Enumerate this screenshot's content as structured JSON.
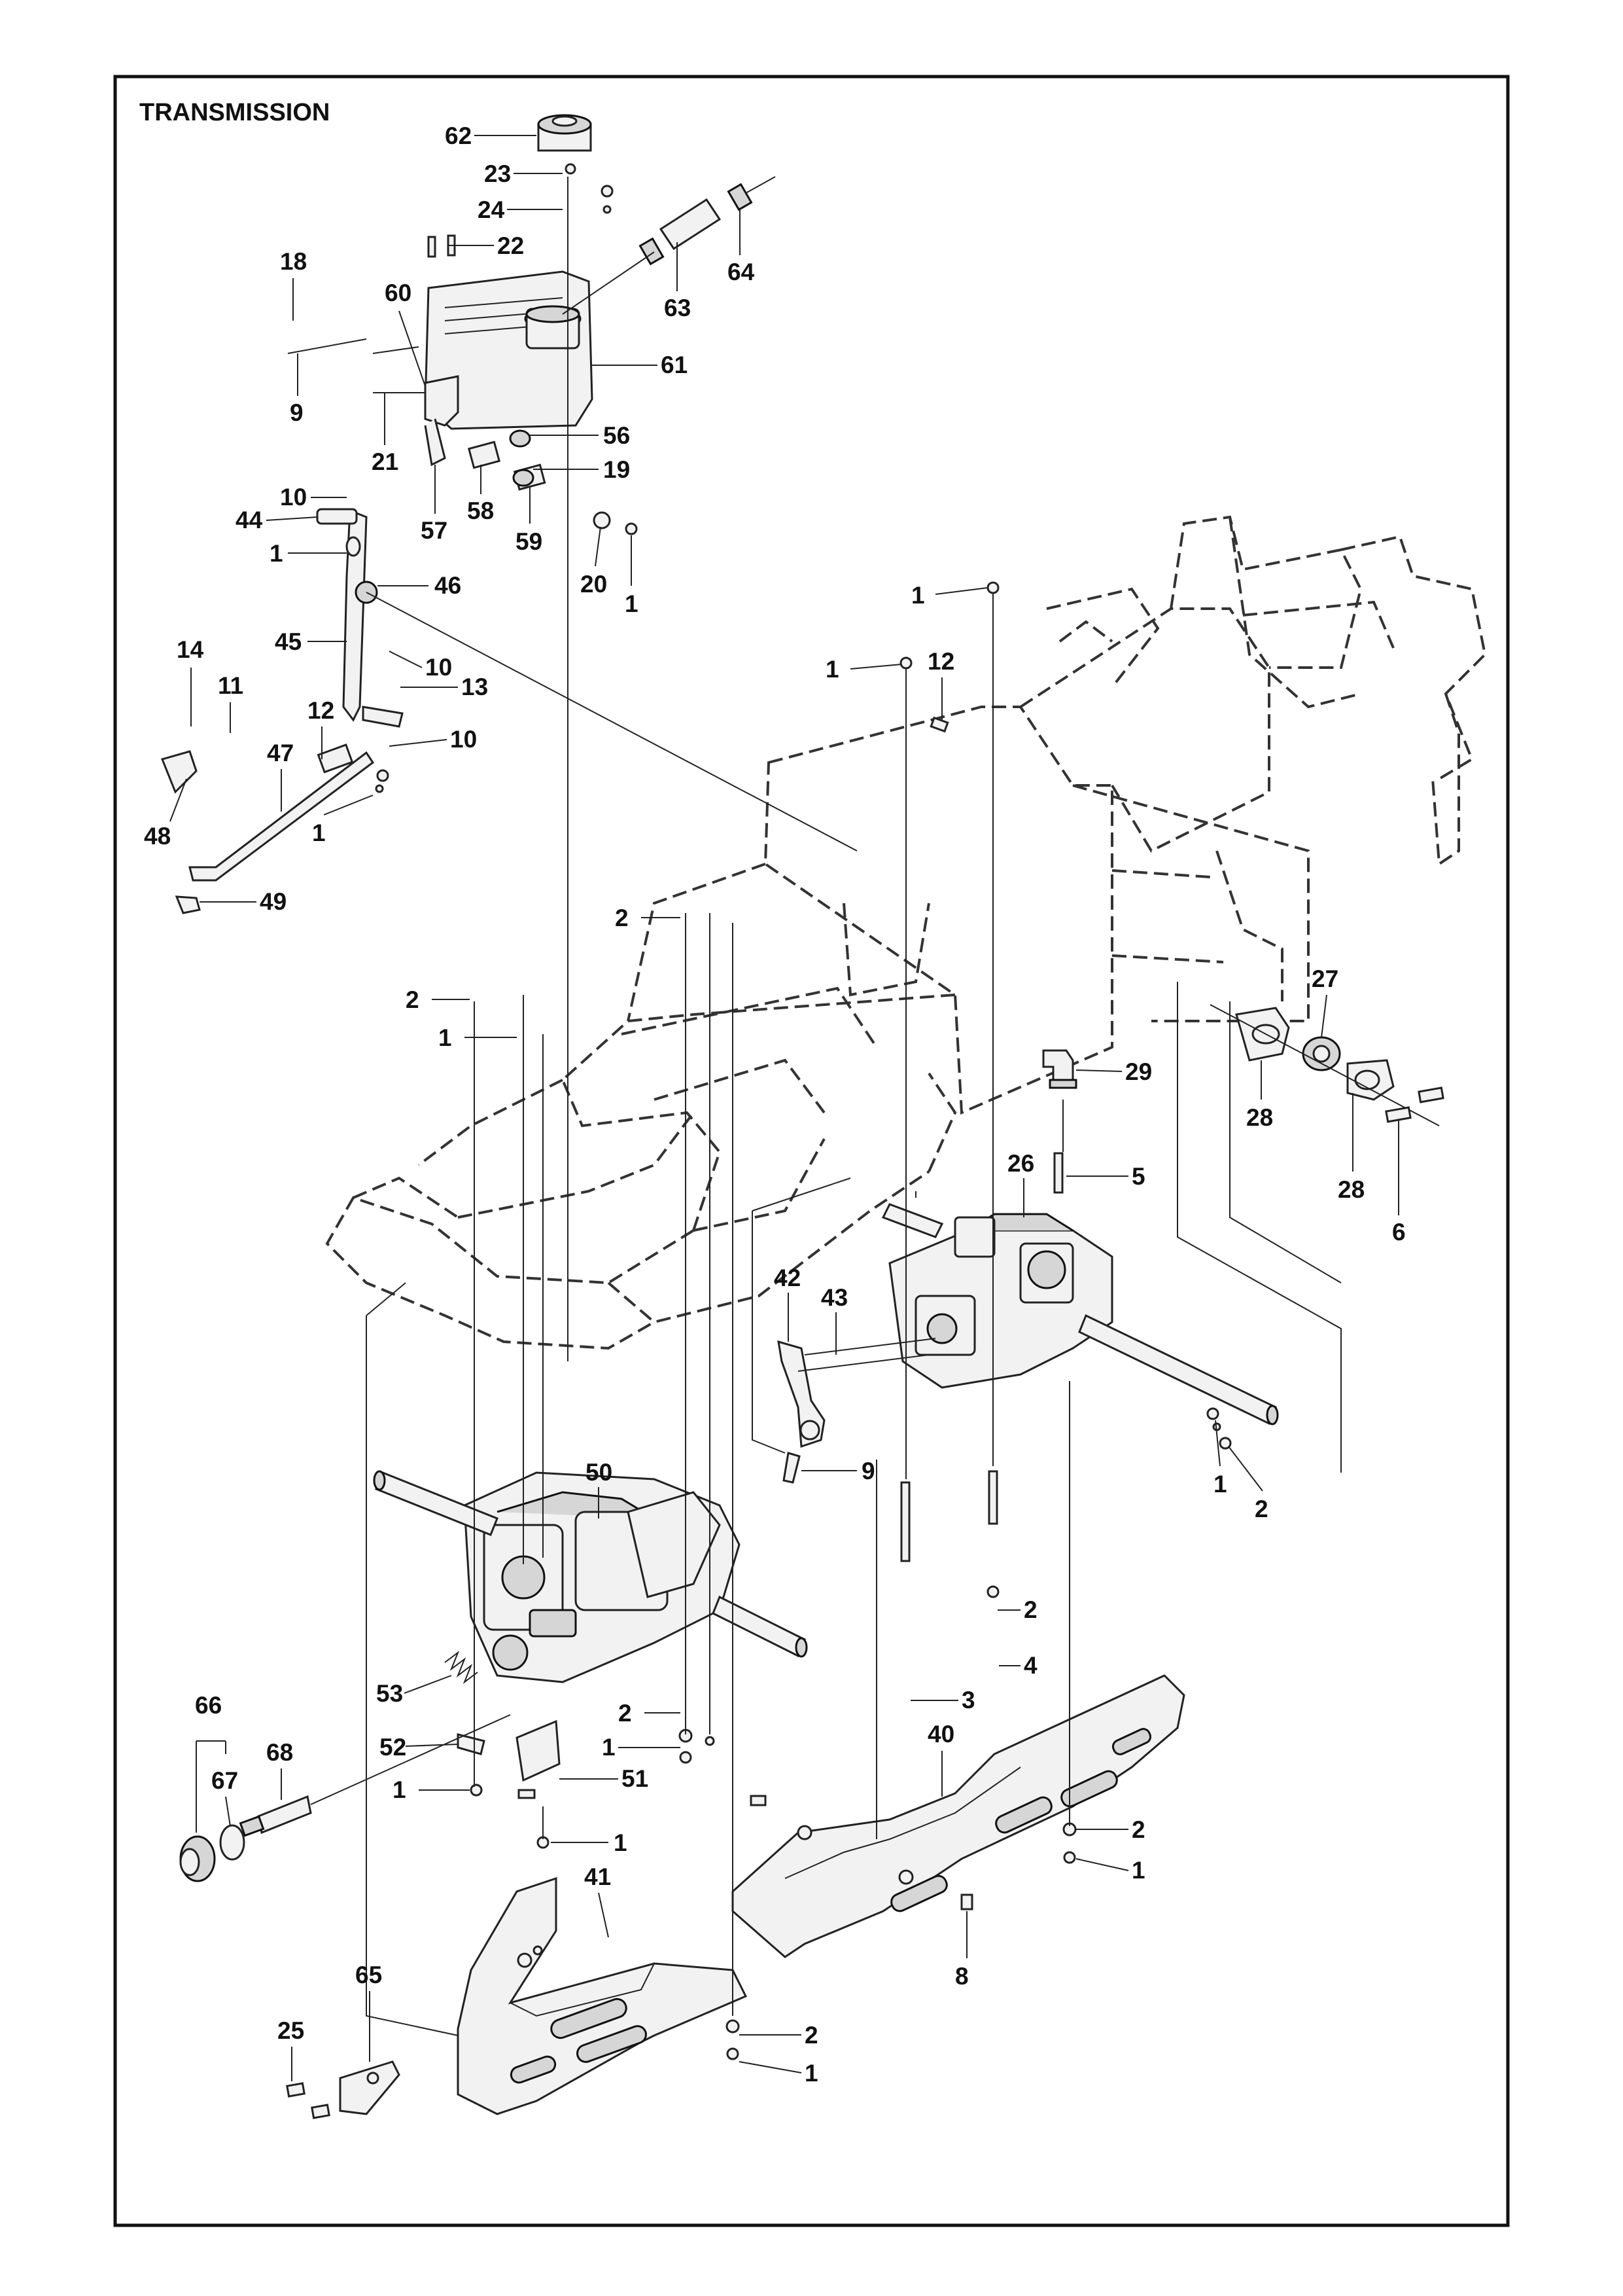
{
  "diagram": {
    "title": "TRANSMISSION",
    "callouts": [
      "62",
      "23",
      "24",
      "22",
      "64",
      "63",
      "18",
      "60",
      "61",
      "9",
      "21",
      "56",
      "19",
      "57",
      "58",
      "59",
      "10",
      "44",
      "1",
      "20",
      "1",
      "46",
      "45",
      "10",
      "13",
      "14",
      "11",
      "12",
      "47",
      "10",
      "48",
      "1",
      "49",
      "1",
      "12",
      "1",
      "2",
      "27",
      "2",
      "1",
      "29",
      "28",
      "28",
      "6",
      "26",
      "5",
      "42",
      "43",
      "9",
      "1",
      "2",
      "50",
      "2",
      "4",
      "3",
      "53",
      "2",
      "1",
      "40",
      "52",
      "51",
      "66",
      "67",
      "68",
      "1",
      "1",
      "2",
      "1",
      "41",
      "65",
      "25",
      "2",
      "1",
      "8"
    ]
  }
}
